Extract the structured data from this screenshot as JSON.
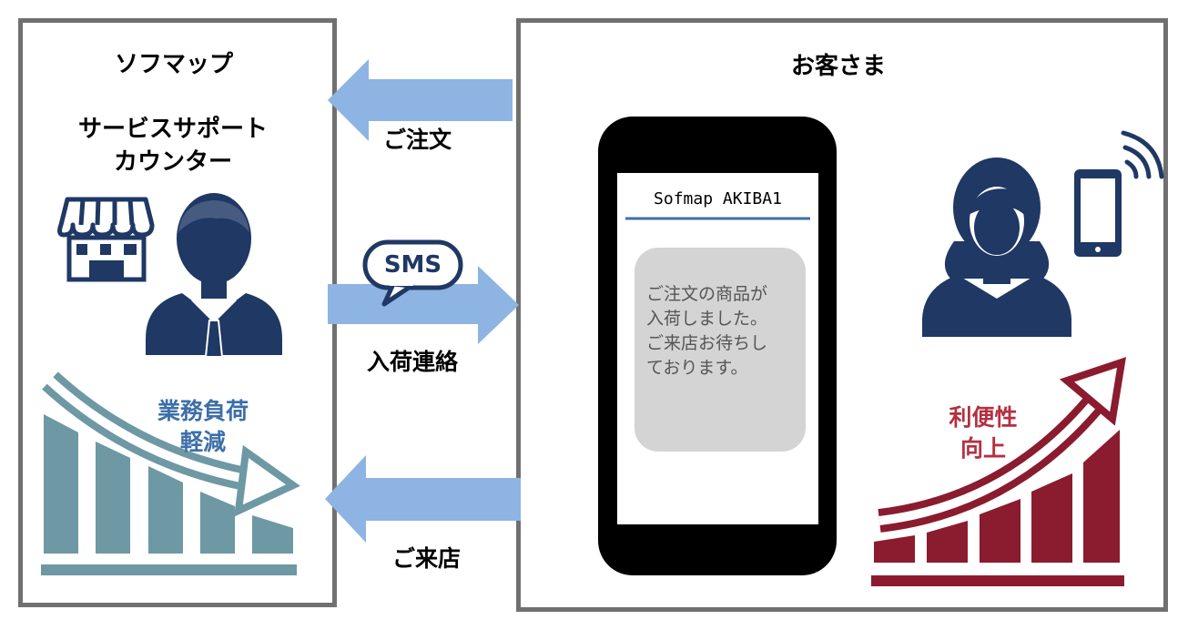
{
  "left": {
    "title": "ソフマップ",
    "subtitle_line1": "サービスサポート",
    "subtitle_line2": "カウンター",
    "benefit_line1": "業務負荷",
    "benefit_line2": "軽減"
  },
  "right": {
    "title": "お客さま",
    "benefit_line1": "利便性",
    "benefit_line2": "向上"
  },
  "arrows": {
    "order_label": "ご注文",
    "sms_badge": "SMS",
    "contact_label": "入荷連絡",
    "visit_label": "ご来店"
  },
  "phone": {
    "header": "Sofmap AKIBA1",
    "message_line1": "ご注文の商品が",
    "message_line2": "入荷しました。",
    "message_line3": "ご来店お待ちし",
    "message_line4": "ております。"
  },
  "colors": {
    "arrow_blue": "#8db4e2",
    "navy": "#1f3864",
    "teal_gray": "#6e98a3",
    "crimson": "#8b1b2e",
    "benefit_blue": "#3d6fa8",
    "benefit_red": "#b3303f"
  }
}
